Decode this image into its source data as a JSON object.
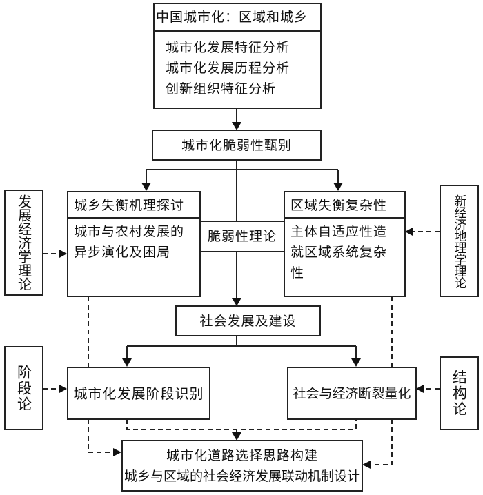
{
  "diagram": {
    "top": {
      "title": "中国城市化：区域和城乡",
      "items": [
        "城市化发展特征分析",
        "城市化发展历程分析",
        "创新组织特征分析"
      ]
    },
    "vulnerability_identification": "城市化脆弱性甄别",
    "left_mechanism": {
      "title": "城乡失衡机理探讨",
      "body": [
        "城市与农村发展的",
        "异步演化及困局"
      ]
    },
    "right_complexity": {
      "title": "区域失衡复杂性",
      "body": [
        "主体自适应性造",
        "就区域系统复杂",
        "性"
      ]
    },
    "vulnerability_theory": "脆弱性理论",
    "side_left_top": "发展经济学理论",
    "side_right_top": "新经济地理学理论",
    "social_development": "社会发展及建设",
    "stage_identification": "城市化发展阶段识别",
    "fracture_quantification": "社会与经济断裂量化",
    "side_left_bottom": "阶段论",
    "side_right_bottom": "结构论",
    "bottom": {
      "lines": [
        "城市化道路选择思路构建",
        "城乡与区域的社会经济发展联动机制设计"
      ]
    }
  }
}
